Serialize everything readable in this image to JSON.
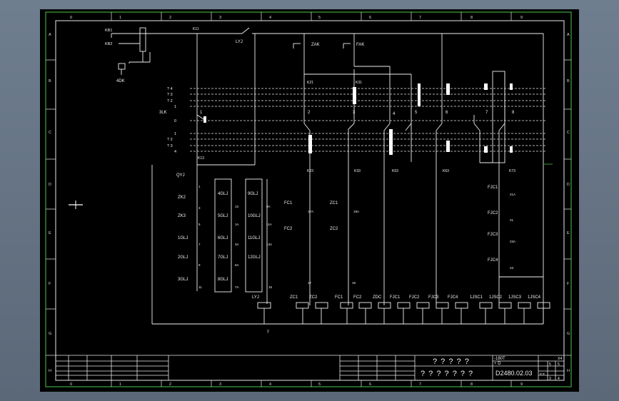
{
  "frame": {
    "top_columns": [
      "0",
      "1",
      "2",
      "3",
      "4",
      "5",
      "6",
      "7",
      "8",
      "9"
    ],
    "bottom_columns": [
      "0",
      "1",
      "2",
      "3",
      "4",
      "5",
      "6",
      "7",
      "8",
      "9"
    ],
    "left_rows": [
      "A",
      "B",
      "C",
      "D",
      "E",
      "F",
      "G",
      "H"
    ],
    "right_rows": [
      "A",
      "B",
      "C",
      "D",
      "E",
      "F",
      "G",
      "H"
    ]
  },
  "controls": {
    "kb1": "KB1",
    "kb2": "KB2",
    "k11": "K11",
    "lyj": "LYJ",
    "zak": "ZAK",
    "fak": "FAK",
    "dk": "4DK",
    "lk": "3LK",
    "k21": "K21",
    "k31": "K31"
  },
  "switch": {
    "top_marks": [
      "? 4",
      "? 3",
      "? 2",
      "1"
    ],
    "bottom_marks": [
      "1",
      "? 2",
      "? 3",
      "4"
    ],
    "zero_mark": "0",
    "position_numbers": [
      "1",
      "2",
      "3",
      "4",
      "5",
      "6",
      "7",
      "8"
    ],
    "lower_contacts": [
      "K13",
      "K23",
      "K33",
      "K53",
      "K63",
      "K73"
    ]
  },
  "relays": {
    "col1_labels": [
      "QYJ",
      "ZK2",
      "ZK3",
      "1GLJ",
      "2GLJ",
      "3GLJ"
    ],
    "col1_wires": [
      "1",
      "3",
      "5",
      "7",
      "9",
      "11"
    ],
    "col2_labels": [
      "4GLJ",
      "5GLJ",
      "6GLJ",
      "7GLJ",
      "8GLJ"
    ],
    "col2_wires": [
      "13",
      "1A",
      "3A",
      "5A",
      "7A"
    ],
    "col3_labels": [
      "9GLJ",
      "10GLJ",
      "11GLJ",
      "12GLJ",
      "LYJ"
    ],
    "col3_wires": [
      "9A",
      "11A",
      "13A",
      "15"
    ],
    "fc_labels": [
      "FC1",
      "FC2"
    ],
    "fc_wires": [
      "17A",
      "17"
    ],
    "zc_labels": [
      "ZC1",
      "ZC2"
    ],
    "zc_wires": [
      "19A",
      "19"
    ],
    "fjc_labels": [
      "FJC1",
      "FJC2",
      "FJC3",
      "FJC4"
    ],
    "fjc_wires": [
      "21A",
      "21",
      "23A",
      "23"
    ]
  },
  "coils": [
    "ZC1",
    "ZC2",
    "FC1",
    "FC2",
    "ZDC",
    "FJC1",
    "FJC2",
    "FJC3",
    "FJC4",
    "1JSC1",
    "1JSC2",
    "1JSC3",
    "1JSC4"
  ],
  "bottom_node": "2",
  "title_block": {
    "name": "? ? ? ? ?",
    "subtitle": "? ? ? ? ? ? ?",
    "spec1": "-180T",
    "spec2": "+ D",
    "drawing_no": "D2480.02.03",
    "sheet_marks": [
      "X4",
      "5",
      "5",
      "⌀ ⌀",
      "3",
      "4"
    ]
  }
}
